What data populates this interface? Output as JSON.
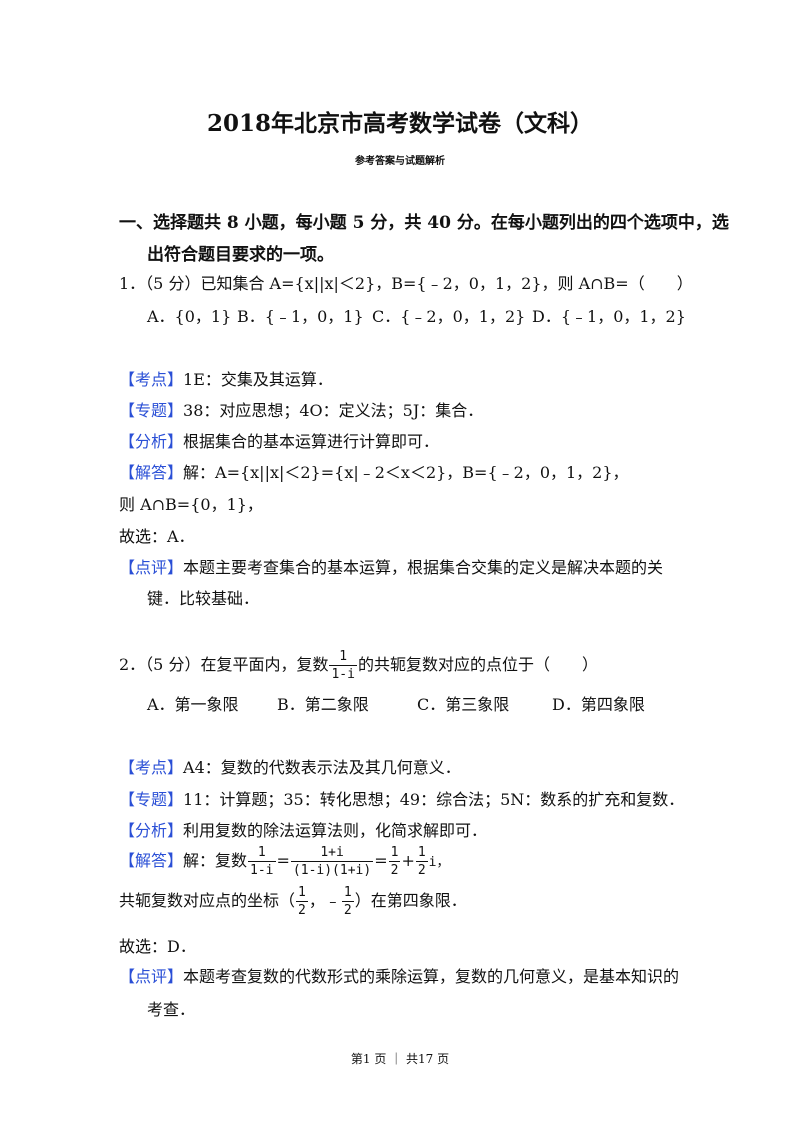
{
  "header": {
    "title": "2018年北京市高考数学试卷（文科）",
    "subtitle": "参考答案与试题解析"
  },
  "section": {
    "line1": "一、选择题共 8 小题，每小题 5 分，共 40 分。在每小题列出的四个选项中，选",
    "line2": "出符合题目要求的一项。"
  },
  "q1": {
    "stem": "1．（5 分）已知集合 A={x||x|＜2}，B={﹣2，0，1，2}，则 A∩B=（　　）",
    "options": [
      "A．{0，1}",
      "B．{﹣1，0，1}",
      "C．{﹣2，0，1，2}",
      "D．{﹣1，0，1，2}"
    ],
    "kaodian_tag": "【考点】",
    "kaodian": "1E：交集及其运算．",
    "zhuanti_tag": "【专题】",
    "zhuanti": "38：对应思想；4O：定义法；5J：集合．",
    "fenxi_tag": "【分析】",
    "fenxi": "根据集合的基本运算进行计算即可．",
    "jieda_tag": "【解答】",
    "jieda1": "解：A={x||x|＜2}={x|﹣2＜x＜2}，B={﹣2，0，1，2}，",
    "jieda2": "则 A∩B={0，1}，",
    "jieda3": "故选：A．",
    "dianping_tag": "【点评】",
    "dianping1": "本题主要考查集合的基本运算，根据集合交集的定义是解决本题的关",
    "dianping2": "键．比较基础．"
  },
  "q2": {
    "stem_pre": "2．（5 分）在复平面内，复数",
    "stem_num": "1",
    "stem_den": "1-i",
    "stem_post": "的共轭复数对应的点位于（　　）",
    "options": [
      "A．第一象限",
      "B．第二象限",
      "C．第三象限",
      "D．第四象限"
    ],
    "kaodian_tag": "【考点】",
    "kaodian": "A4：复数的代数表示法及其几何意义．",
    "zhuanti_tag": "【专题】",
    "zhuanti": "11：计算题；35：转化思想；49：综合法；5N：数系的扩充和复数．",
    "fenxi_tag": "【分析】",
    "fenxi": "利用复数的除法运算法则，化简求解即可．",
    "jieda_tag": "【解答】",
    "jieda_pre": "解：复数",
    "f1_num": "1",
    "f1_den": "1-i",
    "eq1": "=",
    "f2_num": "1+i",
    "f2_den": "(1-i)(1+i)",
    "eq2": "=",
    "f3_num": "1",
    "f3_den": "2",
    "plus": "+",
    "f4_num": "1",
    "f4_den": "2",
    "tail": "i，",
    "coord_pre": "共轭复数对应点的坐标（",
    "c1_num": "1",
    "c1_den": "2",
    "comma_neg": "，﹣",
    "c2_num": "1",
    "c2_den": "2",
    "coord_post": "）在第四象限．",
    "answer": "故选：D．",
    "dianping_tag": "【点评】",
    "dianping1": "本题考查复数的代数形式的乘除运算，复数的几何意义，是基本知识的",
    "dianping2": "考查．"
  },
  "footer": "第1 页 ｜ 共17 页",
  "colors": {
    "tag": "#2a4fd6",
    "text": "#111111"
  }
}
